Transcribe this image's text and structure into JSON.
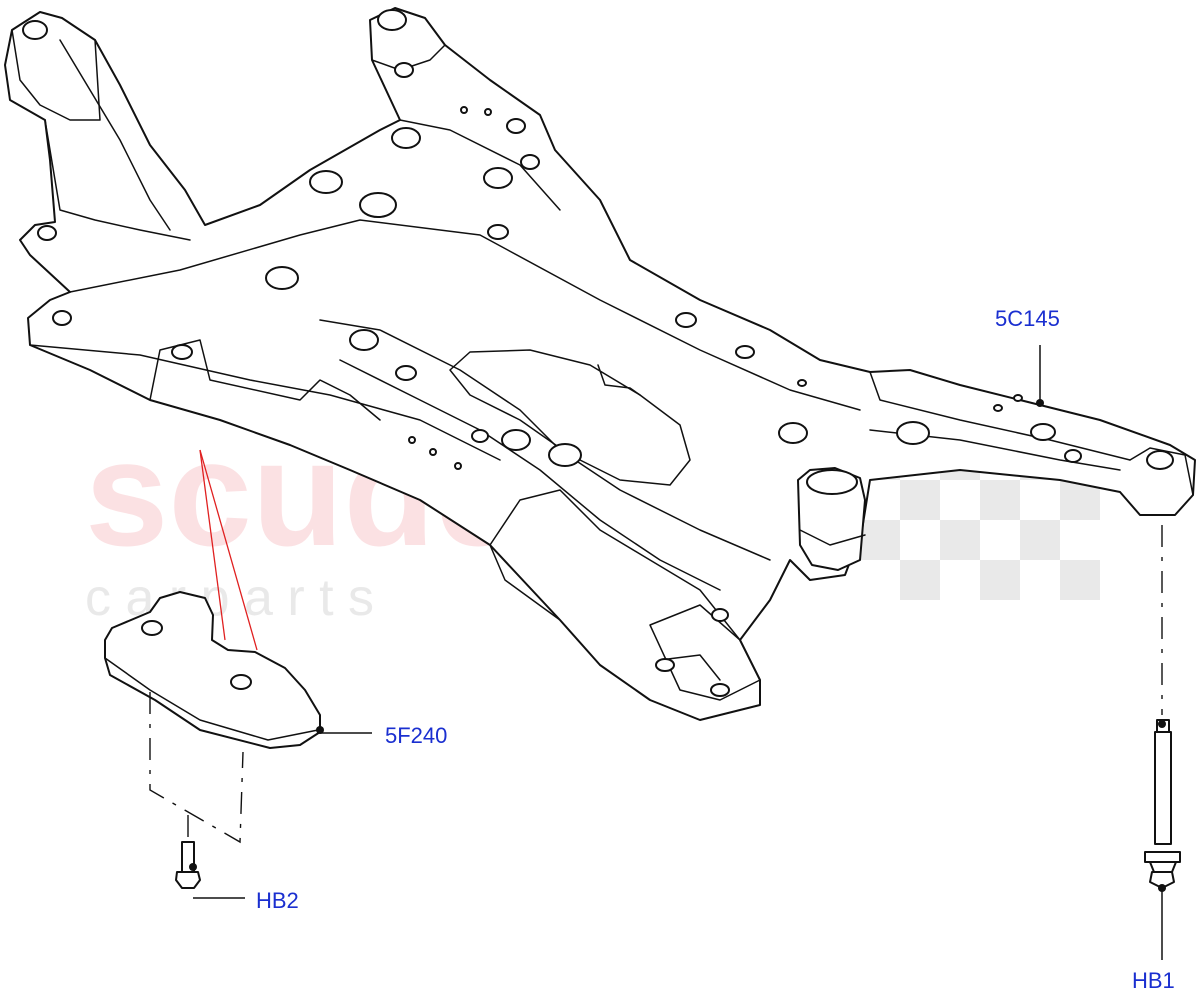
{
  "watermark": {
    "brand": "scuderia",
    "tagline": "c a r   p a r t s",
    "brand_color": "#e84a57"
  },
  "callout_color": "#1a2fd0",
  "callouts": {
    "crossmember": "5C145",
    "shield": "5F240",
    "shield_bolt": "HB2",
    "mount_bolt": "HB1"
  }
}
